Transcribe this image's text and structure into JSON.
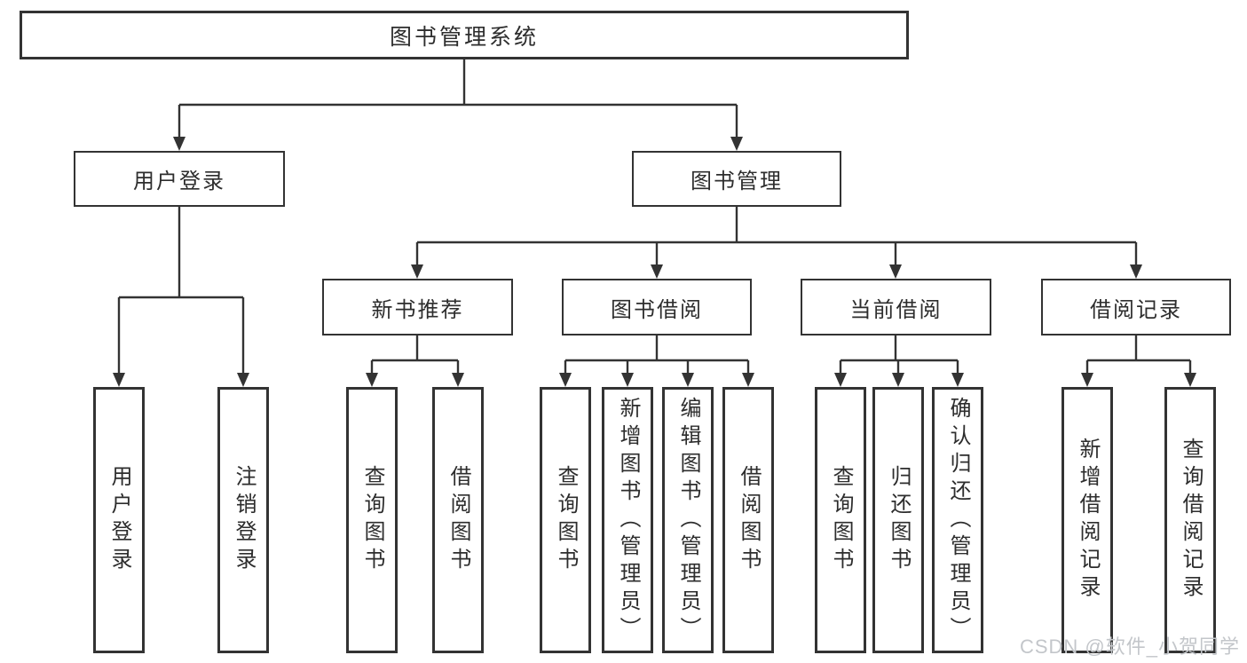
{
  "colors": {
    "line": "#333333",
    "box_border": "#333333",
    "text": "#2d2d2d",
    "background": "#ffffff",
    "watermark": "#c3c6ca"
  },
  "watermark": {
    "text": "CSDN @软件_小贺同学"
  },
  "tree": {
    "root": {
      "label": "图书管理系统"
    },
    "user_login": {
      "label": "用户登录",
      "children": {
        "login": {
          "label": "用户登录"
        },
        "logout": {
          "label": "注销登录"
        }
      }
    },
    "book_management": {
      "label": "图书管理",
      "children": {
        "new_book_recommend": {
          "label": "新书推荐",
          "children": {
            "query_books": {
              "label": "查询图书"
            },
            "borrow_books": {
              "label": "借阅图书"
            }
          }
        },
        "book_borrowing": {
          "label": "图书借阅",
          "children": {
            "query_books": {
              "label": "查询图书"
            },
            "add_books_admin": {
              "label": "新增图书（管理员）"
            },
            "edit_books_admin": {
              "label": "编辑图书（管理员）"
            },
            "borrow_books": {
              "label": "借阅图书"
            }
          }
        },
        "current_borrowing": {
          "label": "当前借阅",
          "children": {
            "query_books": {
              "label": "查询图书"
            },
            "return_books": {
              "label": "归还图书"
            },
            "confirm_return_admin": {
              "label": "确认归还（管理员）"
            }
          }
        },
        "borrowing_records": {
          "label": "借阅记录",
          "children": {
            "add_borrow_record": {
              "label": "新增借阅记录"
            },
            "query_borrow_record": {
              "label": "查询借阅记录"
            }
          }
        }
      }
    }
  }
}
